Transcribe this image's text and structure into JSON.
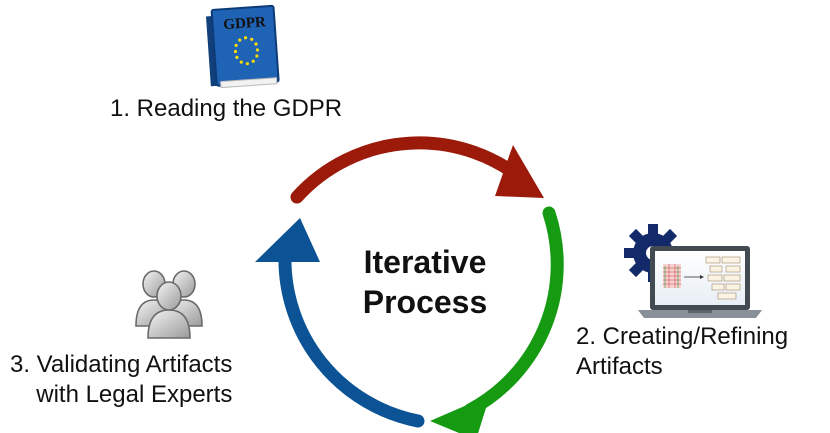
{
  "center": {
    "line1": "Iterative",
    "line2": "Process"
  },
  "steps": [
    {
      "line1": "1. Reading the GDPR",
      "line2": "",
      "arrow_color": "#9b1a0a"
    },
    {
      "line1": "2. Creating/Refining",
      "line2": "Artifacts",
      "arrow_color": "#159a12"
    },
    {
      "line1": "3. Validating Artifacts",
      "line2": "with Legal Experts",
      "arrow_color": "#0b5394"
    }
  ],
  "book": {
    "title": "GDPR",
    "cover_color": "#1f63b5"
  },
  "icons": [
    "gdpr-book-icon",
    "laptop-gear-icon",
    "people-group-icon"
  ]
}
